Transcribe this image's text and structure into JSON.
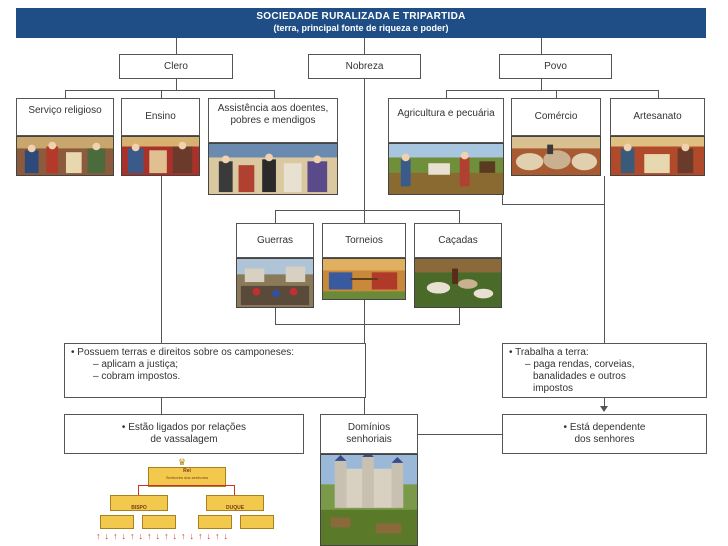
{
  "title": {
    "main": "SOCIEDADE RURALIZADA E TRIPARTIDA",
    "sub": "(terra, principal fonte de riqueza e poder)"
  },
  "groups": {
    "clero": "Clero",
    "nobreza": "Nobreza",
    "povo": "Povo"
  },
  "clero_roles": [
    "Serviço religioso",
    "Ensino",
    "Assistência aos doentes, pobres e mendigos"
  ],
  "nobreza_roles": [
    "Guerras",
    "Torneios",
    "Caçadas"
  ],
  "povo_roles": [
    "Agricultura e pecuária",
    "Comércio",
    "Artesanato"
  ],
  "privileged": {
    "line1": "• Possuem terras e direitos sobre os camponeses:",
    "line2": "– aplicam a justiça;",
    "line3": "– cobram impostos."
  },
  "work": {
    "line1": "• Trabalha a terra:",
    "line2": "– paga rendas, corveias,",
    "line3": "banalidades e outros",
    "line4": "impostos"
  },
  "vassalage": {
    "line1": "• Estão ligados por relações",
    "line2": "de vassalagem"
  },
  "domains": {
    "line1": "Domínios",
    "line2": "senhoriais"
  },
  "dependent": {
    "line1": "• Está dependente",
    "line2": "dos senhores"
  },
  "pyramid": {
    "top": "Rei",
    "top_sub": "Senhores dos senhores",
    "left": "BISPO",
    "right": "DUQUE"
  },
  "colors": {
    "title_bg": "#1f4e86",
    "line": "#555555",
    "pyramid_gold": "#f2c94c",
    "pyramid_arrow": "#d0312d"
  }
}
